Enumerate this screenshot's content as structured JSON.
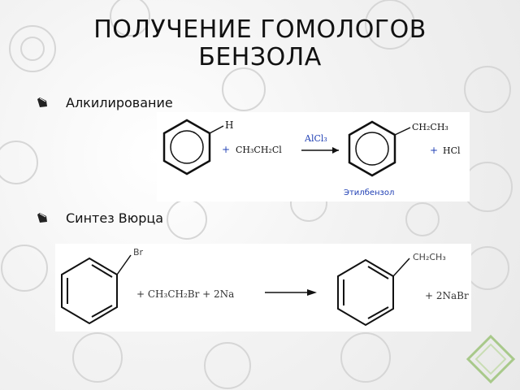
{
  "slide": {
    "title": "ПОЛУЧЕНИЕ ГОМОЛОГОВ БЕНЗОЛА",
    "bullets": [
      {
        "label": "Алкилирование"
      },
      {
        "label": "Синтез Вюрца"
      }
    ]
  },
  "reaction1": {
    "substituent_h": "H",
    "plus_1": "+",
    "reagent": "CH₃CH₂Cl",
    "catalyst": "AlCl₃",
    "product_group": "CH₂CH₃",
    "plus_2": "+",
    "byproduct": "HCl",
    "product_name": "Этилбензол"
  },
  "reaction2": {
    "substituent_br": "Br",
    "reagents": "+ CH₃CH₂Br + 2Na",
    "product_group": "CH₂CH₃",
    "byproduct": "+ 2NaBr"
  },
  "colors": {
    "accent_blue": "#1f3fb4",
    "text": "#111111"
  },
  "icons": {
    "bullet": "bullet-icon",
    "corner": "corner-ornament-icon"
  }
}
